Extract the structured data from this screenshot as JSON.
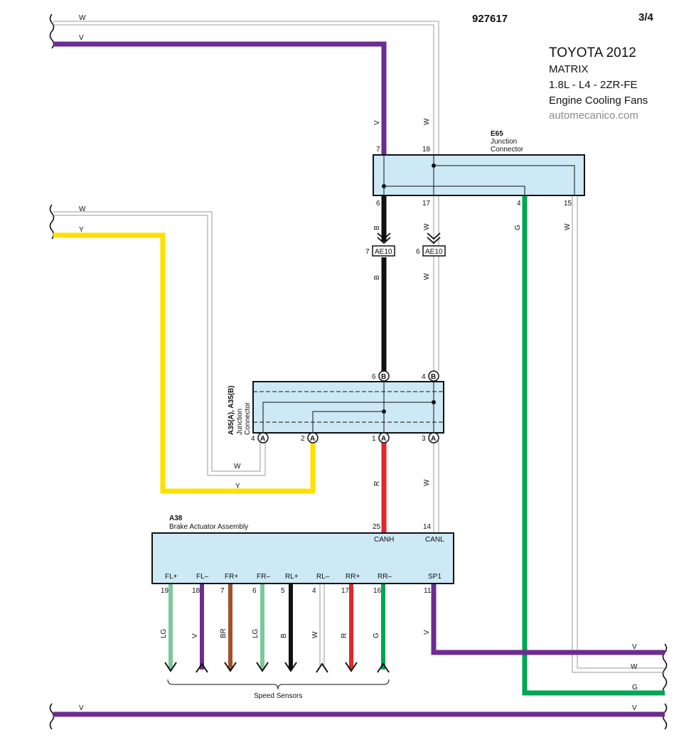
{
  "header": {
    "doc_number": "927617",
    "page_indicator": "3/4",
    "title": "TOYOTA 2012",
    "model": "MATRIX",
    "engine": "1.8L - L4 - 2ZR-FE",
    "system": "Engine Cooling Fans",
    "website": "automecanico.com"
  },
  "colors": {
    "connector_fill": "#cde9f5",
    "violet": "#6c2c91",
    "yellow": "#ffe000",
    "black": "#111111",
    "red": "#e3262b",
    "green": "#00a651",
    "light_green": "#7ec89b",
    "brown": "#a0522d",
    "white_wire": "#9a9a9a"
  },
  "wire_labels": {
    "W": "W",
    "V": "V",
    "Y": "Y",
    "B": "B",
    "G": "G",
    "R": "R",
    "LG": "LG",
    "BR": "BR"
  },
  "e65": {
    "id": "E65",
    "name_line1": "Junction",
    "name_line2": "Connector",
    "pins_top": [
      "7",
      "18"
    ],
    "pins_bottom": [
      "6",
      "17",
      "4",
      "15"
    ]
  },
  "ae10": {
    "label": "AE10",
    "pin_left": "7",
    "pin_right": "6"
  },
  "a35": {
    "id": "A35(A), A35(B)",
    "name_line1": "Junction",
    "name_line2": "Connector",
    "pins_top": [
      "6",
      "4"
    ],
    "pins_bottom": [
      "4",
      "2",
      "1",
      "3"
    ],
    "letter_a": "A",
    "letter_b": "B"
  },
  "a38": {
    "id": "A38",
    "name": "Brake Actuator Assembly",
    "pin_canh": "25",
    "pin_canl": "14",
    "label_canh": "CANH",
    "label_canl": "CANL",
    "terminals": [
      {
        "label": "FL+",
        "pin": "19",
        "wire": "LG"
      },
      {
        "label": "FL–",
        "pin": "18",
        "wire": "V"
      },
      {
        "label": "FR+",
        "pin": "7",
        "wire": "BR"
      },
      {
        "label": "FR–",
        "pin": "6",
        "wire": "LG"
      },
      {
        "label": "RL+",
        "pin": "5",
        "wire": "B"
      },
      {
        "label": "RL–",
        "pin": "4",
        "wire": "W"
      },
      {
        "label": "RR+",
        "pin": "17",
        "wire": "R"
      },
      {
        "label": "RR–",
        "pin": "16",
        "wire": "G"
      },
      {
        "label": "SP1",
        "pin": "11",
        "wire": "V"
      }
    ]
  },
  "speed_sensors_label": "Speed Sensors"
}
